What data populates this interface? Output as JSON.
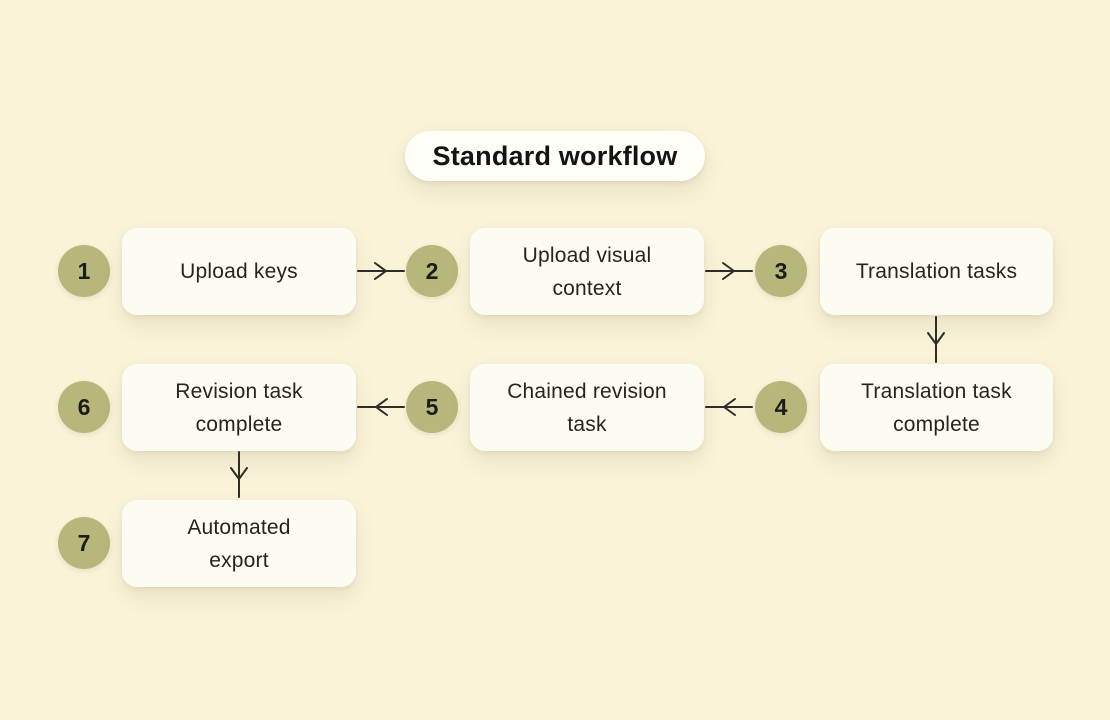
{
  "title": "Standard workflow",
  "diagram": {
    "type": "flowchart",
    "nodes": [
      {
        "step": 1,
        "label": "Upload keys"
      },
      {
        "step": 2,
        "label": "Upload visual\ncontext"
      },
      {
        "step": 3,
        "label": "Translation tasks"
      },
      {
        "step": 4,
        "label": "Translation task\ncomplete"
      },
      {
        "step": 5,
        "label": "Chained revision\ntask"
      },
      {
        "step": 6,
        "label": "Revision task\ncomplete"
      },
      {
        "step": 7,
        "label": "Automated\nexport"
      }
    ],
    "edges": [
      {
        "from": 1,
        "to": 2,
        "direction": "right"
      },
      {
        "from": 2,
        "to": 3,
        "direction": "right"
      },
      {
        "from": 3,
        "to": 4,
        "direction": "down"
      },
      {
        "from": 4,
        "to": 5,
        "direction": "left"
      },
      {
        "from": 5,
        "to": 6,
        "direction": "left"
      },
      {
        "from": 6,
        "to": 7,
        "direction": "down"
      }
    ]
  },
  "colors": {
    "background": "#faf3d8",
    "card": "#fdfcf3",
    "title_pill": "#fffef8",
    "number_badge": "#b7b77c",
    "text": "#26241d",
    "arrow": "#2e2d28"
  }
}
